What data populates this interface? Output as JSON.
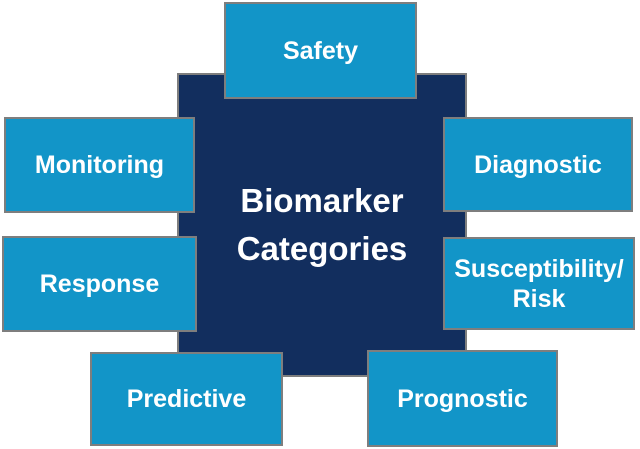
{
  "title": {
    "text": "Biomarker\nCategories"
  },
  "categories": [
    {
      "id": "safety",
      "label": "Safety"
    },
    {
      "id": "monitoring",
      "label": "Monitoring"
    },
    {
      "id": "diagnostic",
      "label": "Diagnostic"
    },
    {
      "id": "response",
      "label": "Response"
    },
    {
      "id": "susceptibility-risk",
      "label": "Susceptibility/\nRisk"
    },
    {
      "id": "predictive",
      "label": "Predictive"
    },
    {
      "id": "prognostic",
      "label": "Prognostic"
    }
  ],
  "colors": {
    "center-box": "#122e5e",
    "category-box": "#1295c8",
    "border": "#7e7e7e",
    "text": "#ffffff",
    "background": "#ffffff"
  }
}
